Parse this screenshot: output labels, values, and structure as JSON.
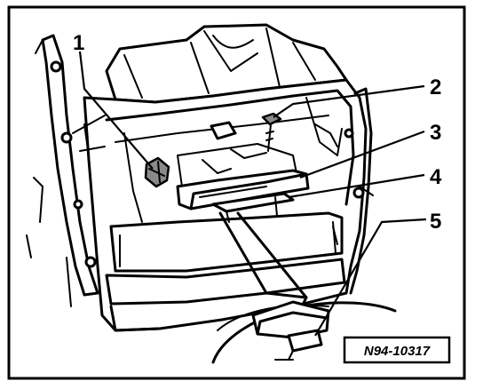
{
  "figure": {
    "id_label": "N94-10317"
  },
  "callouts": [
    {
      "num": "1"
    },
    {
      "num": "2"
    },
    {
      "num": "3"
    },
    {
      "num": "4"
    },
    {
      "num": "5"
    }
  ],
  "colors": {
    "ink": "#000000",
    "paper": "#ffffff",
    "shade": "#8a8a8a"
  }
}
